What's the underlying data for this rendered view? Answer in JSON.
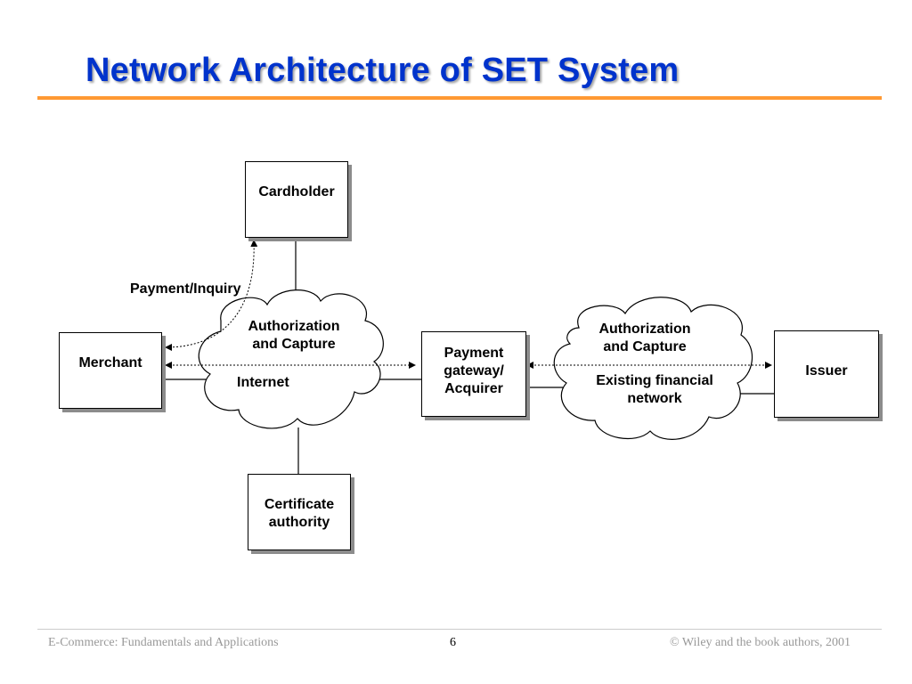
{
  "slide": {
    "title": "Network Architecture of SET System",
    "accent_color": "#ff9933",
    "title_color": "#0033cc"
  },
  "diagram": {
    "nodes": {
      "cardholder": "Cardholder",
      "merchant": "Merchant",
      "payment_gateway": "Payment\ngateway/\nAcquirer",
      "issuer": "Issuer",
      "certificate_authority": "Certificate\nauthority"
    },
    "clouds": {
      "internet": {
        "flow_label": "Authorization\nand Capture",
        "network_label": "Internet"
      },
      "financial": {
        "flow_label": "Authorization\nand Capture",
        "network_label": "Existing financial\nnetwork"
      }
    },
    "edge_labels": {
      "payment_inquiry": "Payment/Inquiry"
    }
  },
  "footer": {
    "left": "E-Commerce: Fundamentals and Applications",
    "page": "6",
    "right": "© Wiley and the book authors, 2001"
  }
}
